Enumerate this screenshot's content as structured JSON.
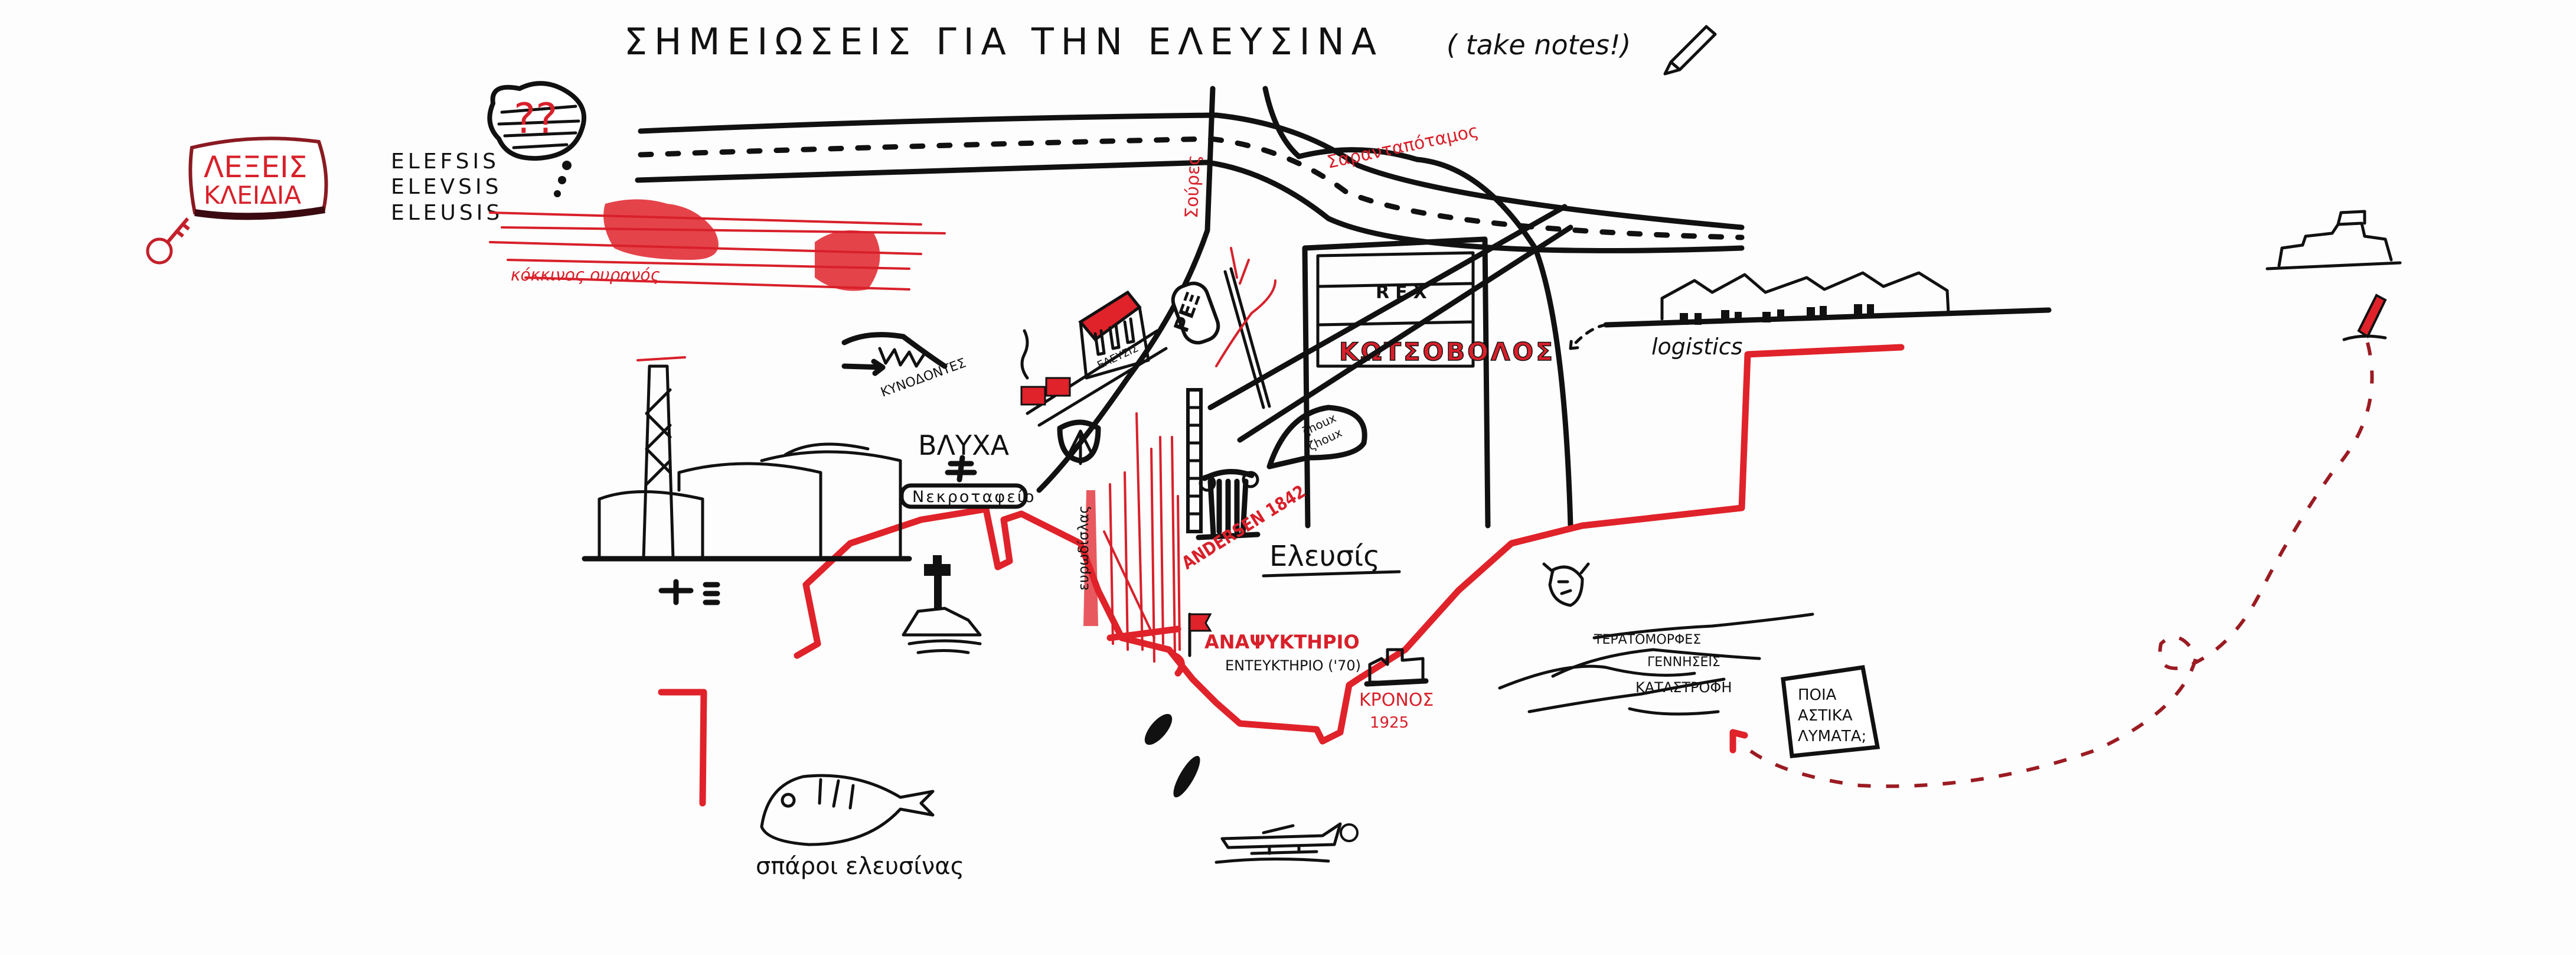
{
  "header": {
    "title": "ΣΗΜΕΙΩΣΕΙΣ ΓΙΑ ΤΗΝ ΕΛΕΥΣΙΝΑ",
    "subtitle": "( take notes!)",
    "icon": "pencil-icon"
  },
  "keywords_box": {
    "line1": "ΛΕΞΕΙΣ",
    "line2": "ΚΛΕΙΔΙΑ",
    "icon": "key-icon"
  },
  "names": [
    "ELEFSIS",
    "ELEVSIS",
    "ELEUSIS"
  ],
  "thought_cloud": {
    "text": "??"
  },
  "labels": {
    "red_sky": "κόκκινος ουρανός",
    "soures": "Σούρες",
    "sarantapotamos": "Σαρανταπόταμος",
    "station": "ΕΛΕΥΣΙΣ",
    "rex_sign": "ΡΕΞ",
    "rex_building": "REX",
    "kotsovolos": "ΚΩΤΣΟΒΟΛΟΣ",
    "logistics": "logistics",
    "teeth": "ΚΥΝΟΔΟΝΤΕΣ",
    "vlycha": "ΒΛΥΧΑ",
    "cemetery": "Νεκροταφείο",
    "vertical": "ευρωδίσλας",
    "speech": [
      "ζhoux",
      "ζhoux"
    ],
    "andersen": "ANDERSEN 1842",
    "elefsis": "Ελευσίς",
    "kiosk": "ΑΝΑΨΥΚΤΗΡΙΟ",
    "club": "ΕΝΤΕΥΚΤΗΡΙΟ ('70)",
    "kronos": "ΚΡΟΝΟΣ",
    "kronos_year": "1925",
    "monsters": "ΤΕΡΑΤΟΜΟΡΦΕΣ",
    "births": "ΓΕΝΝΗΣΕΙΣ",
    "disaster": "ΚΑΤΑΣΤΡΟΦΗ",
    "sewage": [
      "ΠΟΙΑ",
      "ΑΣΤΙΚΑ",
      "ΛΥΜΑΤΑ;"
    ],
    "fish": "σπάροι ελευσίνας"
  },
  "colors": {
    "ink": "#111111",
    "accent_red": "#e0222a",
    "dashed_path": "#9b1b22",
    "paper": "#fdfdfd"
  }
}
